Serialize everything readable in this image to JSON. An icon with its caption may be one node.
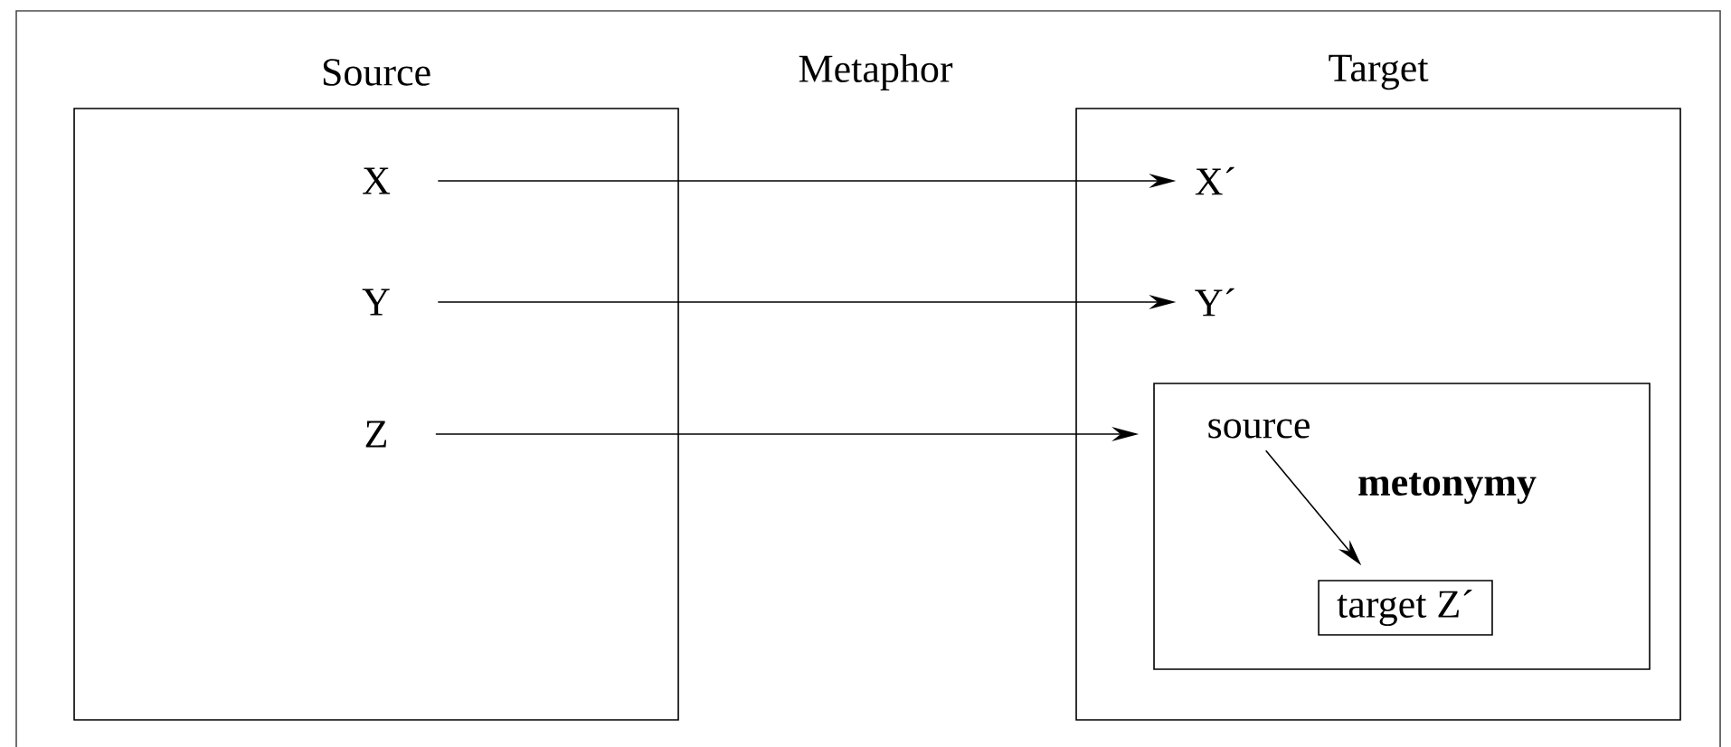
{
  "diagram": {
    "nodes": [
      {
        "text": [
          "Source"
        ]
      },
      {
        "text": [
          "X"
        ],
        "in": 0
      },
      {
        "text": [
          "Y"
        ],
        "in": 0
      },
      {
        "text": [
          "Z"
        ],
        "in": 0
      },
      {
        "text": [
          "Target"
        ]
      },
      {
        "text": [
          "X´"
        ],
        "in": 4
      },
      {
        "text": [
          "Y´"
        ],
        "in": 4
      },
      {
        "text": [
          "metonymy"
        ],
        "in": 4
      },
      {
        "text": [
          "source"
        ],
        "in": 7
      },
      {
        "text": [
          "target Z´"
        ],
        "in": 7
      }
    ],
    "edges": [
      {
        "from": 1,
        "to": 5,
        "arrow": "to"
      },
      {
        "from": 2,
        "to": 6,
        "arrow": "to"
      },
      {
        "from": 3,
        "to": 7,
        "arrow": "to"
      },
      {
        "from": 8,
        "to": 9,
        "arrow": "to"
      }
    ],
    "labels": [
      "Metaphor"
    ]
  }
}
